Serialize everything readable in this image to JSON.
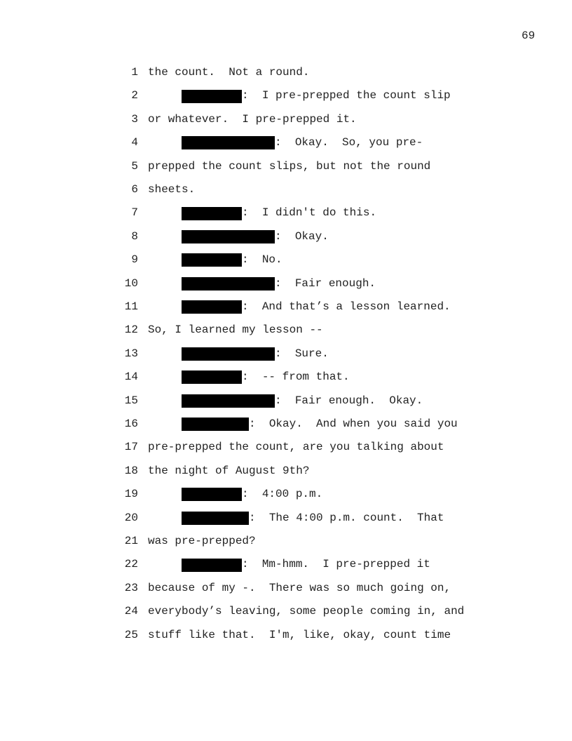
{
  "page_number": "69",
  "lines": [
    {
      "num": "1",
      "text": "the count.  Not a round."
    },
    {
      "num": "2",
      "redaction": "short",
      "text": "I pre-prepped the count slip"
    },
    {
      "num": "3",
      "text": "or whatever.  I pre-prepped it."
    },
    {
      "num": "4",
      "redaction": "long",
      "text": "Okay.  So, you pre-"
    },
    {
      "num": "5",
      "text": "prepped the count slips, but not the round"
    },
    {
      "num": "6",
      "text": "sheets."
    },
    {
      "num": "7",
      "redaction": "short",
      "text": "I didn't do this."
    },
    {
      "num": "8",
      "redaction": "long",
      "text": "Okay."
    },
    {
      "num": "9",
      "redaction": "short",
      "text": "No."
    },
    {
      "num": "10",
      "redaction": "long",
      "text": "Fair enough."
    },
    {
      "num": "11",
      "redaction": "short",
      "text": "And that’s a lesson learned."
    },
    {
      "num": "12",
      "text": "So, I learned my lesson --"
    },
    {
      "num": "13",
      "redaction": "long",
      "text": "Sure."
    },
    {
      "num": "14",
      "redaction": "short",
      "text": "-- from that."
    },
    {
      "num": "15",
      "redaction": "long",
      "text": "Fair enough.  Okay."
    },
    {
      "num": "16",
      "redaction": "medium",
      "text": "Okay.  And when you said you"
    },
    {
      "num": "17",
      "text": "pre-prepped the count, are you talking about"
    },
    {
      "num": "18",
      "text": "the night of August 9th?"
    },
    {
      "num": "19",
      "redaction": "short",
      "text": "4:00 p.m."
    },
    {
      "num": "20",
      "redaction": "medium",
      "text": "The 4:00 p.m. count.  That"
    },
    {
      "num": "21",
      "text": "was pre-prepped?"
    },
    {
      "num": "22",
      "redaction": "short",
      "text": "Mm-hmm.  I pre-prepped it"
    },
    {
      "num": "23",
      "text": "because of my -.  There was so much going on,"
    },
    {
      "num": "24",
      "text": "everybody’s leaving, some people coming in, and"
    },
    {
      "num": "25",
      "text": "stuff like that.  I'm, like, okay, count time"
    }
  ]
}
